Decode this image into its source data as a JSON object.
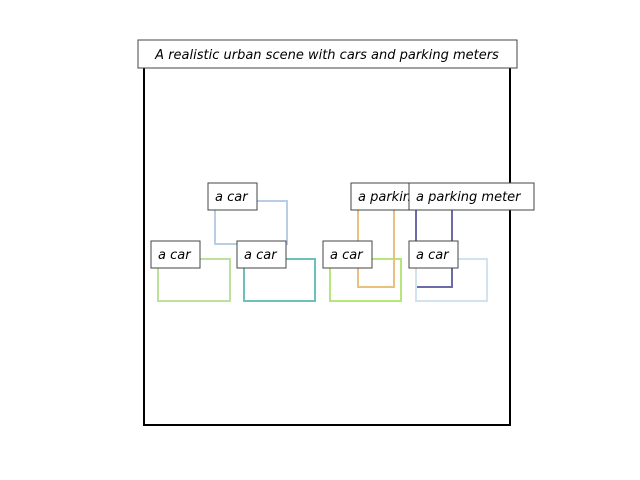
{
  "title": "A realistic urban scene with cars and parking meters",
  "objects": [
    {
      "label": "a car",
      "color": "#b9cde6"
    },
    {
      "label": "a car",
      "color": "#bde39a"
    },
    {
      "label": "a car",
      "color": "#6ec0bd"
    },
    {
      "label": "a car",
      "color": "#b7e67c"
    },
    {
      "label": "a parking meter",
      "color": "#e8c080"
    },
    {
      "label": "a parking meter",
      "color": "#6c6aa8"
    },
    {
      "label": "a car",
      "color": "#cfe3f2"
    }
  ]
}
